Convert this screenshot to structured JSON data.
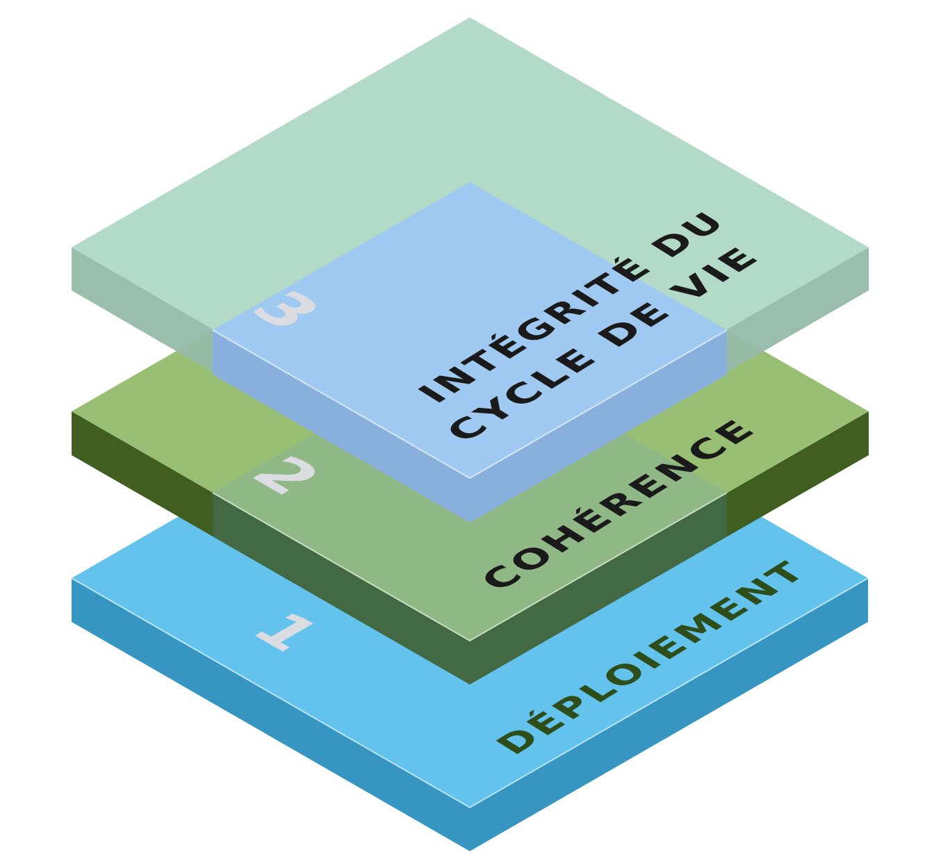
{
  "layers": [
    {
      "number": "1",
      "label": "DÉPLOIEMENT",
      "top_color": "#63c3ec",
      "side_color": "#3796c1",
      "label_color": "#2d4d1a"
    },
    {
      "number": "2",
      "label": "COHÉRENCE",
      "top_color": "#99bf75",
      "side_color": "#3f5e1f",
      "inner_color": "#8fb886",
      "inner_side_color": "#436944",
      "label_color": "#1a1a1a"
    },
    {
      "number": "3",
      "label_line1": "INTÉGRITÉ DU",
      "label_line2": "CYCLE DE VIE",
      "top_color": "#b2dac6",
      "side_color": "#98bba8",
      "plate_color": "#a0c9f2",
      "plate_side_color": "#89b0dd",
      "label_color": "#1a1a1a"
    }
  ]
}
